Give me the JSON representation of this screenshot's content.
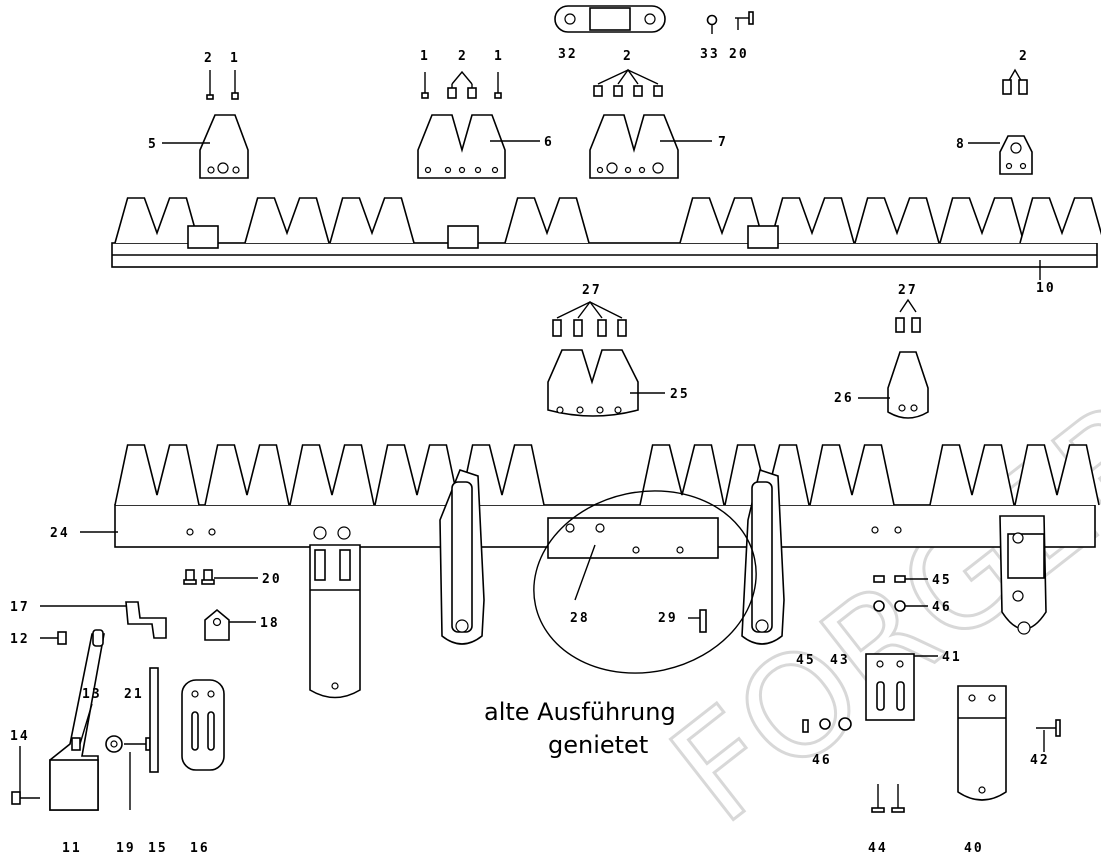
{
  "watermark": "FORGERAET",
  "note": {
    "line1": "alte Ausführung",
    "line2": "genietet"
  },
  "labels": {
    "l1a": "1",
    "l1b": "1",
    "l1c": "1",
    "l2a": "2",
    "l2b": "2",
    "l2c": "2",
    "l2d": "2",
    "l5": "5",
    "l6": "6",
    "l7": "7",
    "l8": "8",
    "l10": "10",
    "l11": "11",
    "l12": "12",
    "l13": "13",
    "l14": "14",
    "l15": "15",
    "l16": "16",
    "l17": "17",
    "l18": "18",
    "l19": "19",
    "l20a": "20",
    "l20b": "20",
    "l21": "21",
    "l24": "24",
    "l25": "25",
    "l26": "26",
    "l27a": "27",
    "l27b": "27",
    "l28": "28",
    "l29": "29",
    "l32": "32",
    "l33": "33",
    "l40": "40",
    "l41": "41",
    "l42": "42",
    "l43": "43",
    "l44": "44",
    "l45a": "45",
    "l45b": "45",
    "l46a": "46",
    "l46b": "46"
  }
}
